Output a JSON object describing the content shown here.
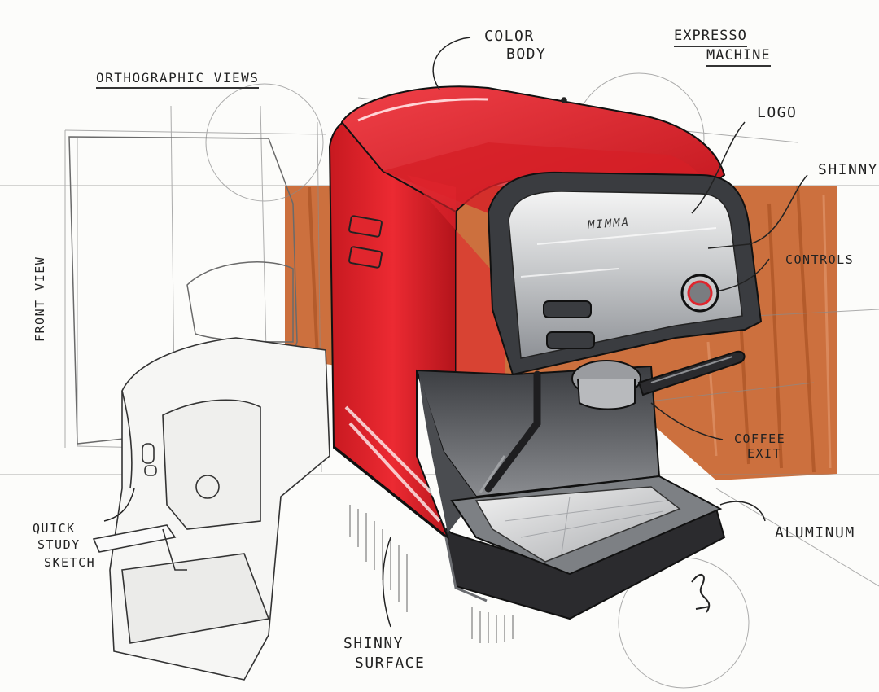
{
  "sheet": {
    "title_line1": "EXPRESSO",
    "title_line2": "MACHINE",
    "orthographic": "ORTHOGRAPHIC VIEWS",
    "front_view": "FRONT VIEW",
    "logo_text": "MIMMA"
  },
  "callouts": {
    "color_body_line1": "COLOR",
    "color_body_line2": "BODY",
    "logo": "LOGO",
    "shinny": "SHINNY",
    "controls": "CONTROLS",
    "coffee_exit_line1": "COFFEE",
    "coffee_exit_line2": "EXIT",
    "aluminum": "ALUMINUM",
    "shinny_surface_line1": "SHINNY",
    "shinny_surface_line2": "SURFACE",
    "quick_line1": "QUICK",
    "quick_line2": "STUDY",
    "quick_line3": "SKETCH"
  },
  "colors": {
    "body_red": "#e3232b",
    "body_dark_red": "#b0141b",
    "table_orange": "#c8642e",
    "metal_grey": "#555a60",
    "base_dark": "#2b2b2e"
  }
}
